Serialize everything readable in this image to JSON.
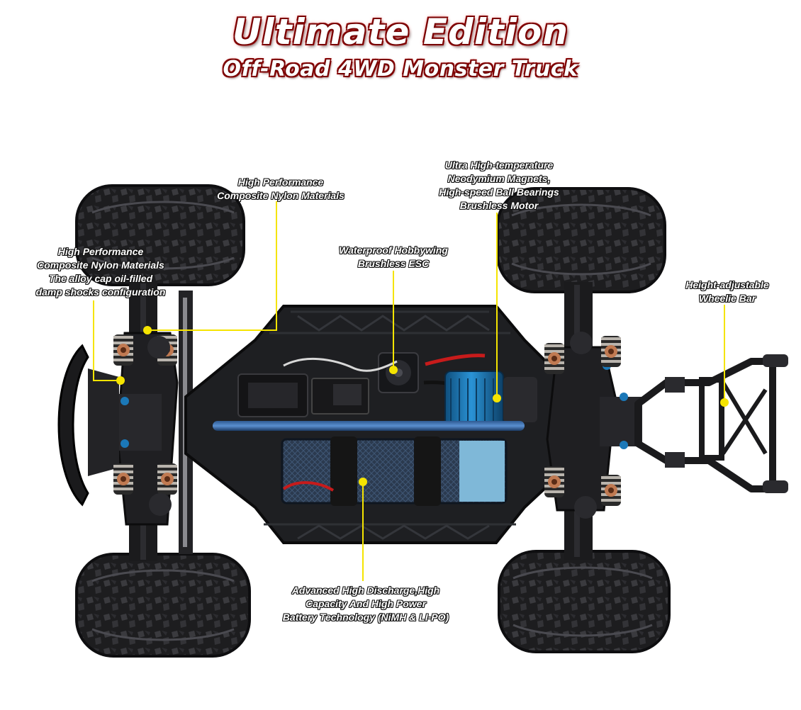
{
  "header": {
    "title": "Ultimate Edition",
    "subtitle": "Off-Road 4WD Monster Truck"
  },
  "callouts": {
    "nylon_top": [
      "High Performance",
      "Composite Nylon Materials"
    ],
    "nylon_shocks": [
      "High Performance",
      "Composite Nylon Materials",
      "The alloy cap oil-filled",
      "damp shocks configuration"
    ],
    "esc": [
      "Waterproof Hobbywing",
      "Brushless ESC"
    ],
    "motor": [
      "Ultra High-temperature",
      "Neodymium Magnets,",
      "High-speed Ball Bearings",
      "Brushless Motor"
    ],
    "wheelie": [
      "Height-adjustable",
      "Wheelie Bar"
    ],
    "battery": [
      "Advanced High Discharge,High",
      "Capacity And High Power",
      "Battery Technology (NiMH & LI-PO)"
    ]
  },
  "colors": {
    "callout_line": "#f5e400",
    "title_outline": "#8a0000",
    "chassis": "#1e1f22",
    "motor": "#1b78b8",
    "pack": "#7fb8d8",
    "spring": "#c07a52"
  }
}
